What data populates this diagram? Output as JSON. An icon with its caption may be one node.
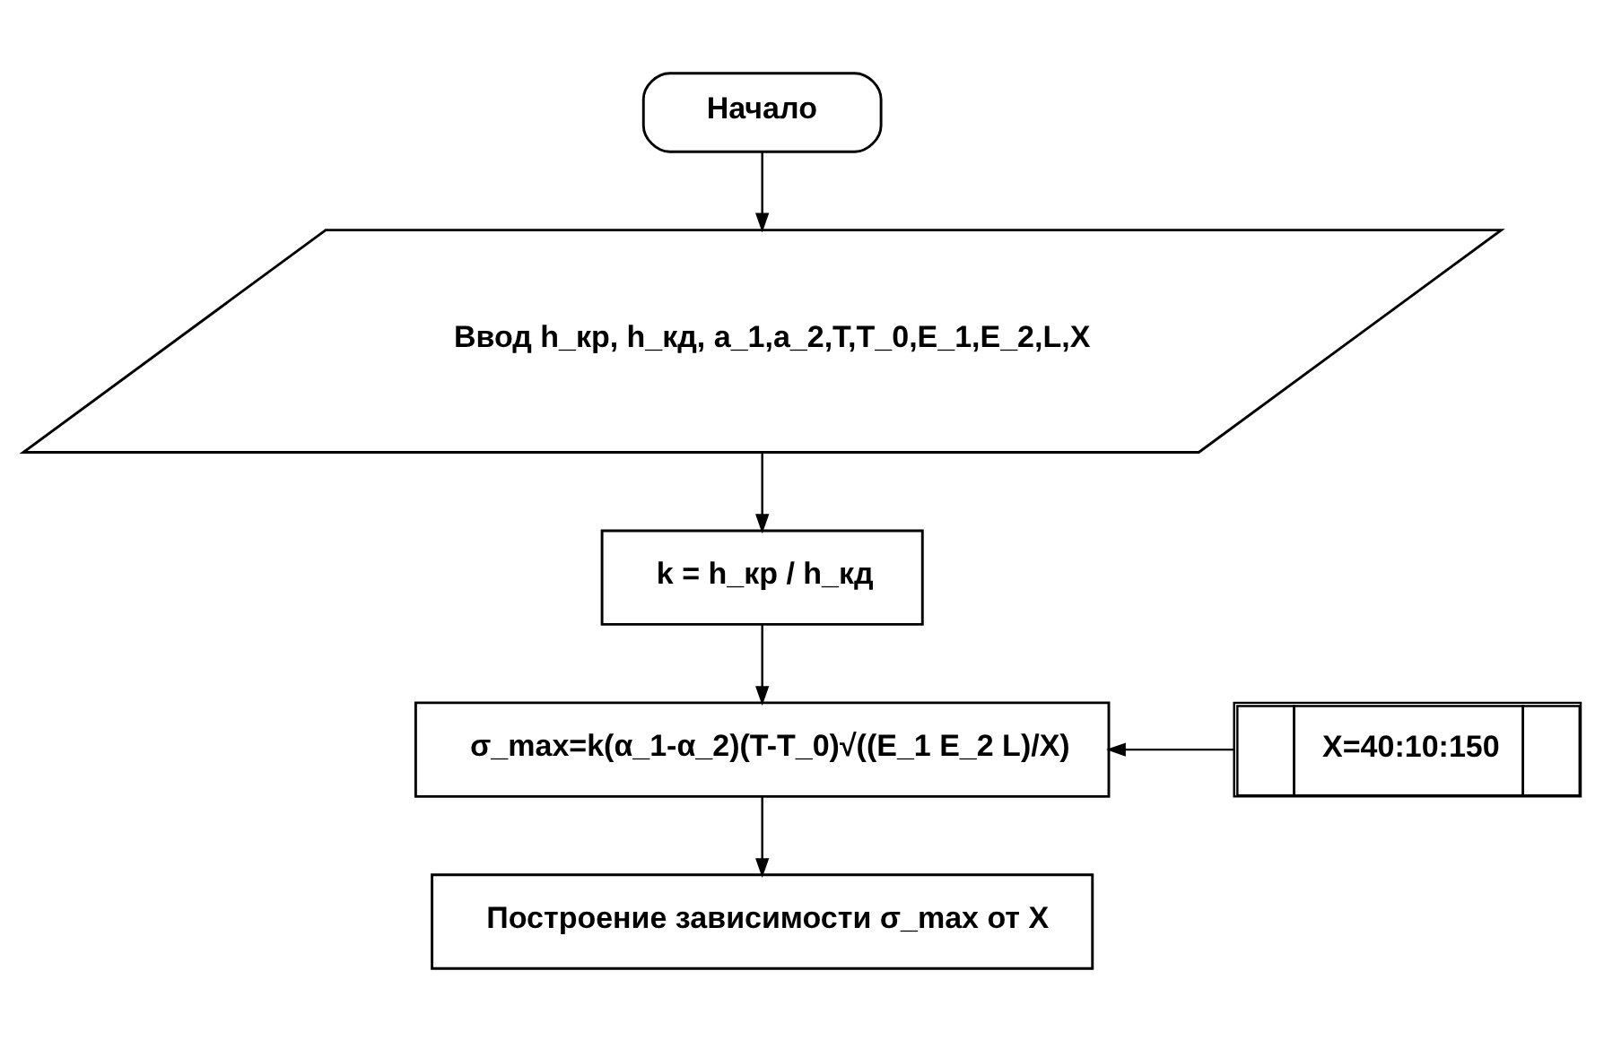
{
  "diagram": {
    "nodes": [
      {
        "text": [
          "Начало"
        ]
      },
      {
        "text": [
          "Ввод h_кр, h_кд, a_1,a_2,T,T_0,E_1,E_2,L,X"
        ]
      },
      {
        "text": [
          "k = h_кр / h_кд"
        ]
      },
      {
        "text": [
          "σ_max=k(α_1-α_2)(T-T_0)√((E_1 E_2 L)/X)"
        ]
      },
      {
        "text": [
          "X=40:10:150"
        ]
      },
      {
        "text": [
          "Построение зависимости σ_max от X"
        ]
      }
    ],
    "edges": [
      {
        "from": 0,
        "to": 1,
        "arrow": "to"
      },
      {
        "from": 1,
        "to": 2,
        "arrow": "to"
      },
      {
        "from": 2,
        "to": 3,
        "arrow": "to"
      },
      {
        "from": 4,
        "to": 3,
        "arrow": "to"
      },
      {
        "from": 3,
        "to": 5,
        "arrow": "to"
      }
    ]
  }
}
